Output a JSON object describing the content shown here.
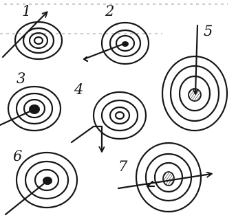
{
  "colors": {
    "ink": "#161616",
    "paper": "#ffffff"
  },
  "labels": {
    "1": "1",
    "2": "2",
    "3": "3",
    "4": "4",
    "5": "5",
    "6": "6",
    "7": "7"
  }
}
